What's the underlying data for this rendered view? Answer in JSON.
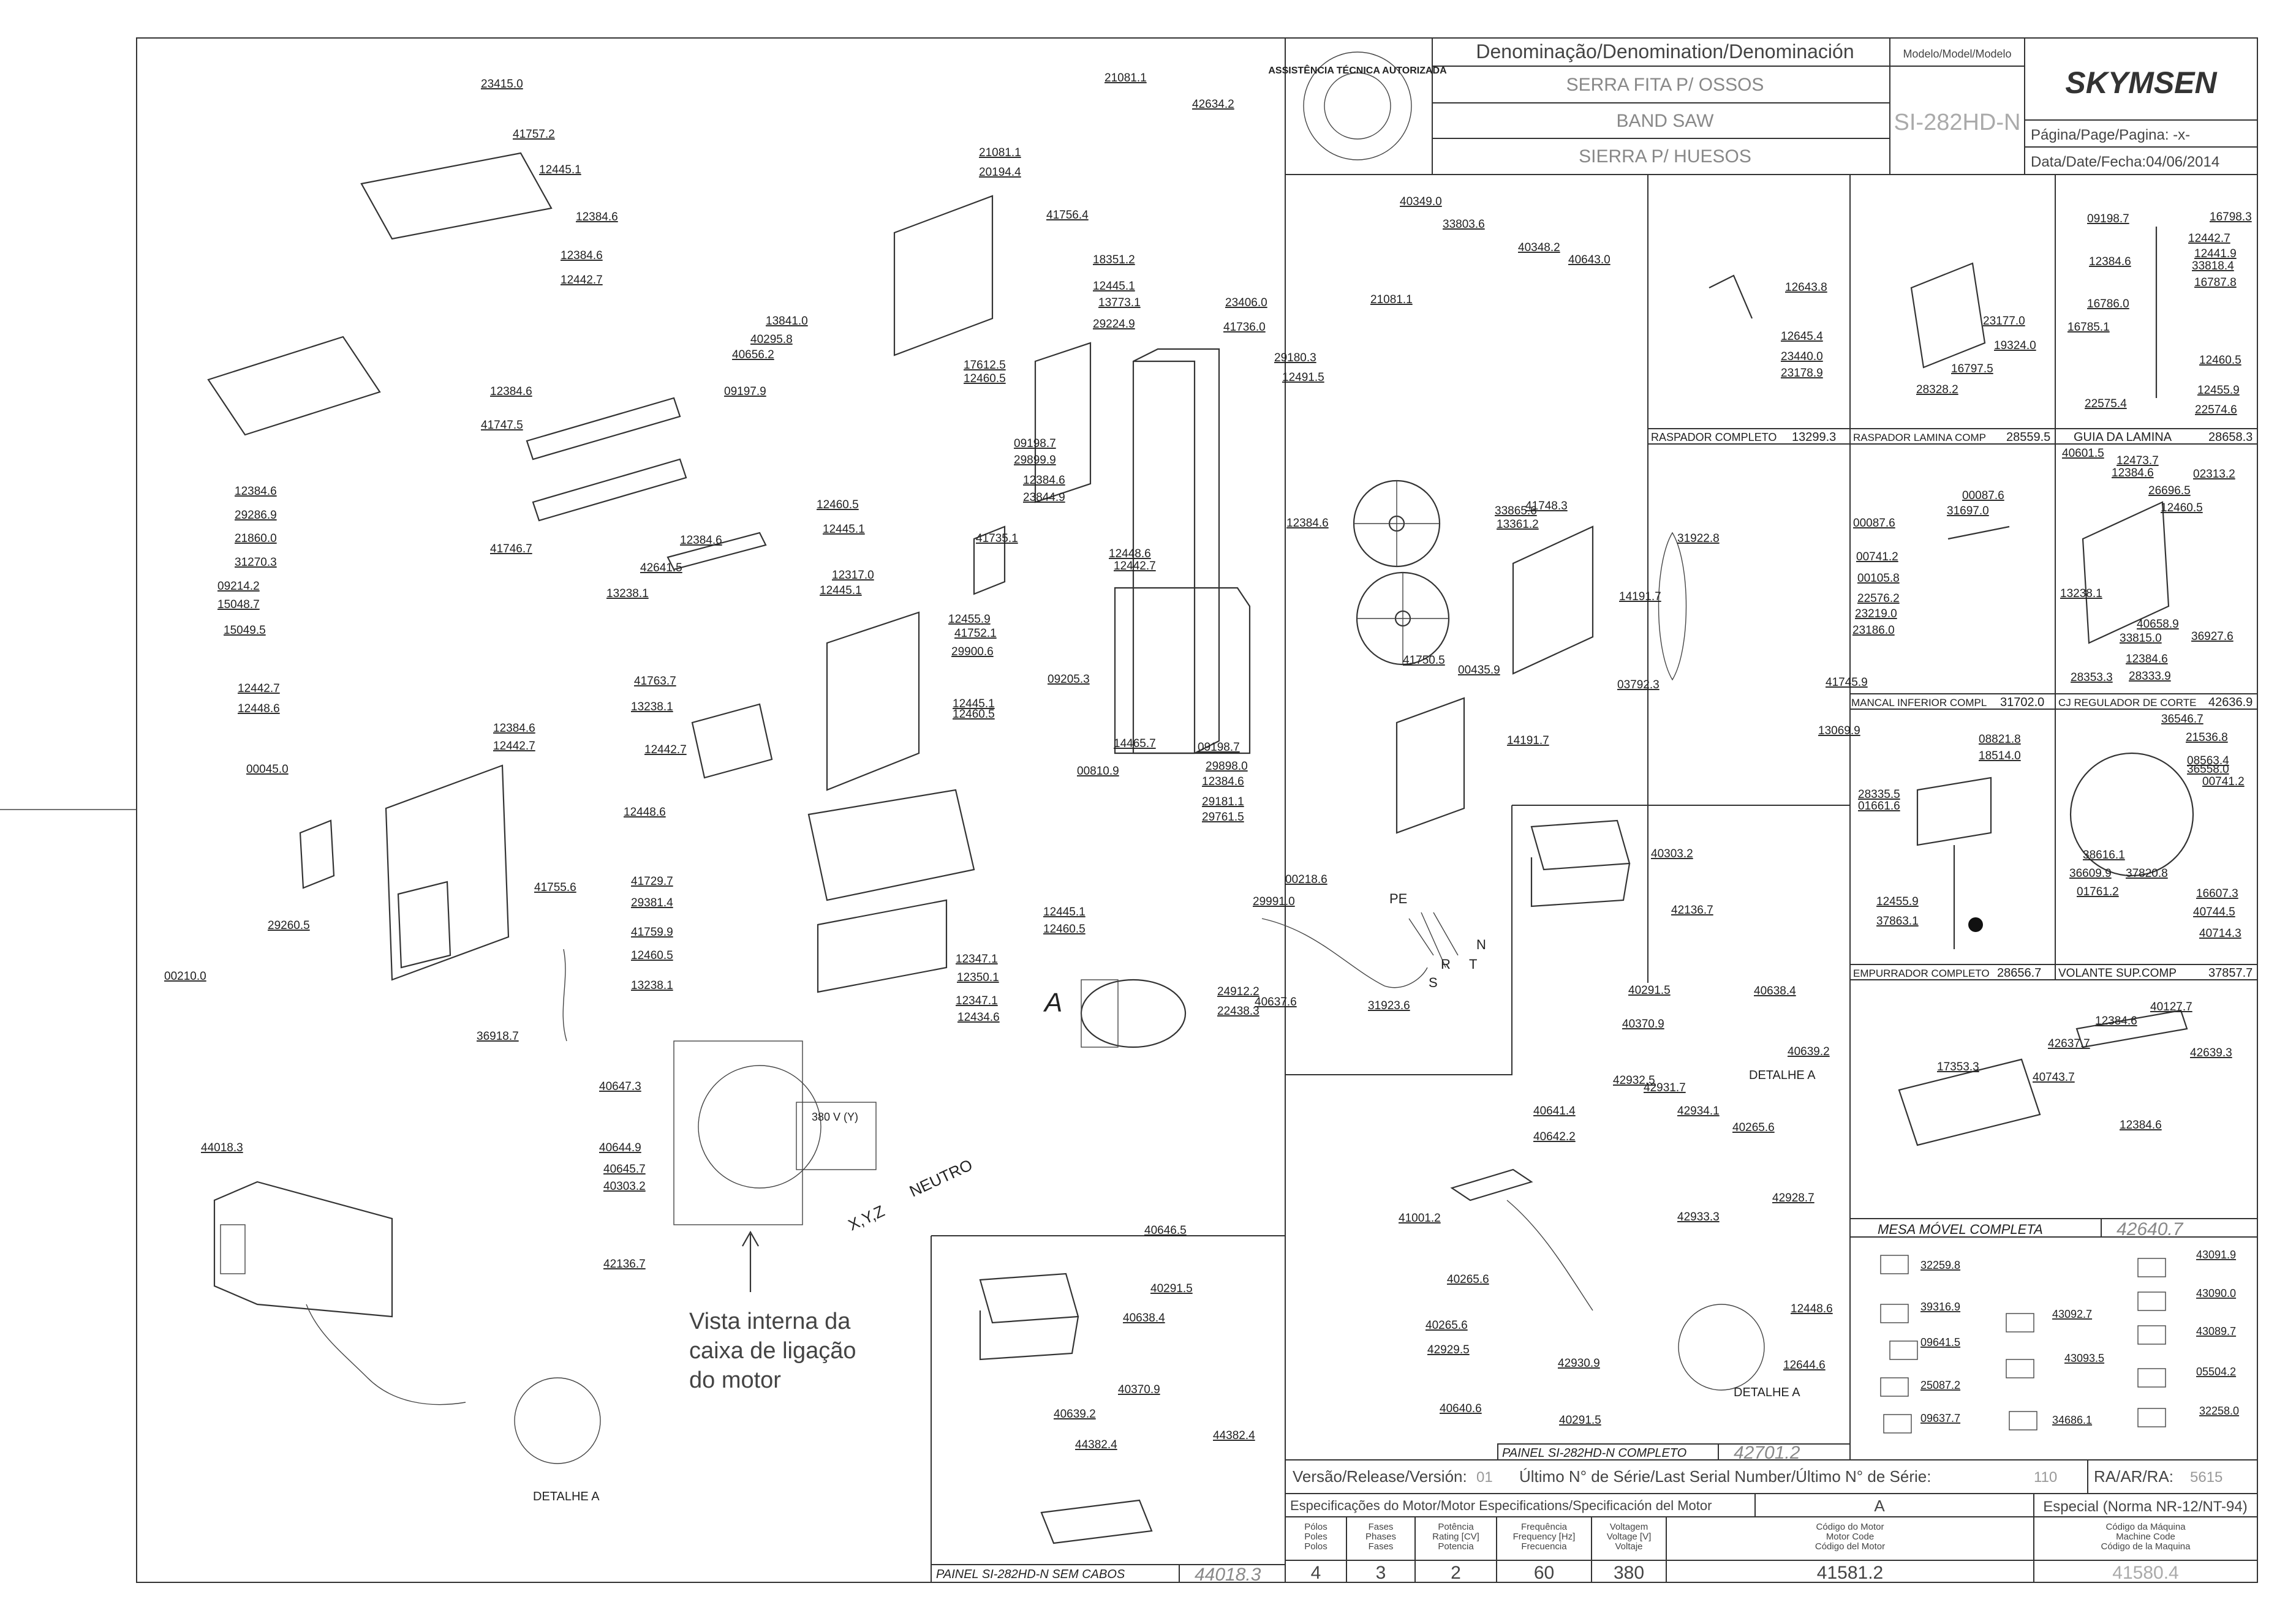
{
  "title_block": {
    "denomination_header": "Denominação/Denomination/Denominación",
    "model_header": "Modelo/Model/Modelo",
    "name_pt": "SERRA FITA P/ OSSOS",
    "name_en": "BAND SAW",
    "name_es": "SIERRA P/ HUESOS",
    "model": "SI-282HD-N",
    "brand": "SKYMSEN",
    "page_label": "Página/Page/Pagina: -x-",
    "date_label": "Data/Date/Fecha:04/06/2014",
    "seal_text": "ASSISTÊNCIA TÉCNICA AUTORIZADA"
  },
  "sub_assemblies": [
    {
      "name": "RASPADOR COMPLETO",
      "code": "13299.3"
    },
    {
      "name": "RASPADOR LAMINA COMP",
      "code": "28559.5"
    },
    {
      "name": "GUIA DA LAMINA",
      "code": "28658.3"
    },
    {
      "name": "MANCAL INFERIOR COMPL",
      "code": "31702.0"
    },
    {
      "name": "CJ REGULADOR DE CORTE",
      "code": "42636.9"
    },
    {
      "name": "EMPURRADOR COMPLETO",
      "code": "28656.7"
    },
    {
      "name": "VOLANTE SUP.COMP",
      "code": "37857.7"
    },
    {
      "name": "MESA MÓVEL COMPLETA",
      "code": "42640.7"
    }
  ],
  "panels": {
    "complete": {
      "name": "PAINEL SI-282HD-N COMPLETO",
      "code": "42701.2"
    },
    "no_cables": {
      "name": "PAINEL SI-282HD-N SEM CABOS",
      "code": "44018.3"
    }
  },
  "motor_box": {
    "caption_1": "Vista interna da",
    "caption_2": "caixa de ligação",
    "caption_3": "do motor",
    "voltage_label": "380 V (Y)",
    "xyz_label": "X,Y,Z",
    "neutral_label": "NEUTRO",
    "motor_letter": "A"
  },
  "power_labels": {
    "pe": "PE",
    "n": "N",
    "r": "R",
    "s": "S",
    "t": "T"
  },
  "detail_label": "DETALHE A",
  "revision": {
    "version_label": "Versão/Release/Versión:",
    "version_value": "01",
    "serial_label": "Último N° de Série/Last Serial Number/Último N° de Série:",
    "serial_value": "110",
    "ra_label": "RA/AR/RA:",
    "ra_value": "5615"
  },
  "motor_spec": {
    "header": "Especificações do Motor/Motor Especifications/Specificación del Motor",
    "motor_letter": "A",
    "special_label": "Especial (Norma NR-12/NT-94)",
    "columns": [
      {
        "h1": "Pólos",
        "h2": "Poles",
        "h3": "Polos",
        "value": "4"
      },
      {
        "h1": "Fases",
        "h2": "Phases",
        "h3": "Fases",
        "value": "3"
      },
      {
        "h1": "Potência",
        "h2": "Rating [CV]",
        "h3": "Potencia",
        "value": "2"
      },
      {
        "h1": "Frequência",
        "h2": "Frequency [Hz]",
        "h3": "Frecuencia",
        "value": "60"
      },
      {
        "h1": "Voltagem",
        "h2": "Voltage [V]",
        "h3": "Voltaje",
        "value": "380"
      },
      {
        "h1": "Código do Motor",
        "h2": "Motor Code",
        "h3": "Código del Motor",
        "value": "41581.2"
      },
      {
        "h1": "Código da Máquina",
        "h2": "Machine Code",
        "h3": "Código de la Maquina",
        "value": "41580.4"
      }
    ]
  },
  "sticker_codes": [
    "32259.8",
    "39316.9",
    "09641.5",
    "25087.2",
    "09637.7",
    "43092.7",
    "43093.5",
    "34686.1",
    "43091.9",
    "43090.0",
    "43089.7",
    "05504.2",
    "32258.0"
  ],
  "part_labels": [
    "23415.0",
    "41757.2",
    "12445.1",
    "12384.6",
    "12384.6",
    "12442.7",
    "21081.1",
    "42634.2",
    "21081.1",
    "20194.4",
    "41756.4",
    "18351.2",
    "12445.1",
    "13773.1",
    "29224.9",
    "23406.0",
    "41736.0",
    "29180.3",
    "12491.5",
    "40349.0",
    "33803.6",
    "40348.2",
    "40643.0",
    "21081.1",
    "13841.0",
    "40295.8",
    "40656.2",
    "09197.9",
    "17612.5",
    "12460.5",
    "12384.6",
    "41747.5",
    "41746.7",
    "12384.6",
    "29286.9",
    "21860.0",
    "31270.3",
    "09214.2",
    "15048.7",
    "15049.5",
    "12442.7",
    "12448.6",
    "12384.6",
    "42641.5",
    "13238.1",
    "09198.7",
    "29899.9",
    "12384.6",
    "23844.9",
    "41735.1",
    "12460.5",
    "12445.1",
    "12317.0",
    "12445.1",
    "12455.9",
    "41752.1",
    "29900.6",
    "12448.6",
    "12442.7",
    "12384.6",
    "33865.6",
    "13361.2",
    "41748.3",
    "31922.8",
    "14191.7",
    "00435.9",
    "03792.3",
    "09205.3",
    "41763.7",
    "13238.1",
    "12442.7",
    "12448.6",
    "14465.7",
    "09198.7",
    "29898.0",
    "12384.6",
    "29181.1",
    "29761.5",
    "41750.5",
    "41745.9",
    "13069.9",
    "14191.7",
    "12445.1",
    "12460.5",
    "00810.9",
    "12384.6",
    "12442.7",
    "00045.0",
    "41755.6",
    "29260.5",
    "00210.0",
    "36918.7",
    "41729.7",
    "29381.4",
    "41759.9",
    "12460.5",
    "13238.1",
    "12347.1",
    "12350.1",
    "12347.1",
    "12434.6",
    "12445.1",
    "12460.5",
    "24912.2",
    "22438.3",
    "00218.6",
    "29991.0",
    "31923.6",
    "40303.2",
    "42136.7",
    "40291.5",
    "40638.4",
    "40370.9",
    "40639.2",
    "44018.3",
    "40637.6",
    "40646.5",
    "40647.3",
    "40644.9",
    "40645.7",
    "40303.2",
    "42136.7",
    "40291.5",
    "40638.4",
    "40370.9",
    "40639.2",
    "44382.4",
    "44382.4",
    "42933.3",
    "41001.2",
    "42932.5",
    "42931.7",
    "40641.4",
    "40642.2",
    "42934.1",
    "40265.6",
    "42928.7",
    "40265.6",
    "40265.6",
    "42929.5",
    "42930.9",
    "40640.6",
    "40291.5",
    "12448.6",
    "12644.6",
    "12643.8",
    "12645.4",
    "23440.0",
    "23178.9",
    "23177.0",
    "19324.0",
    "16797.5",
    "28328.2",
    "09198.7",
    "16798.3",
    "12442.7",
    "12441.9",
    "33818.4",
    "16787.8",
    "12384.6",
    "16786.0",
    "16785.1",
    "12460.5",
    "12455.9",
    "22575.4",
    "22574.6",
    "00087.6",
    "31697.0",
    "00087.6",
    "00741.2",
    "00105.8",
    "22576.2",
    "23219.0",
    "23186.0",
    "40601.5",
    "12473.7",
    "12384.6",
    "26696.5",
    "02313.2",
    "12460.5",
    "13238.1",
    "40658.9",
    "33815.0",
    "36927.6",
    "12384.6",
    "28333.9",
    "28353.3",
    "08821.8",
    "18514.0",
    "28335.5",
    "01661.6",
    "12455.9",
    "37863.1",
    "36546.7",
    "21536.8",
    "08563.4",
    "36558.0",
    "00741.2",
    "38616.1",
    "36609.9",
    "37820.8",
    "01761.2",
    "16607.3",
    "40744.5",
    "40714.3",
    "40127.7",
    "12384.6",
    "42637.7",
    "40743.7",
    "42639.3",
    "17353.3",
    "12384.6"
  ]
}
